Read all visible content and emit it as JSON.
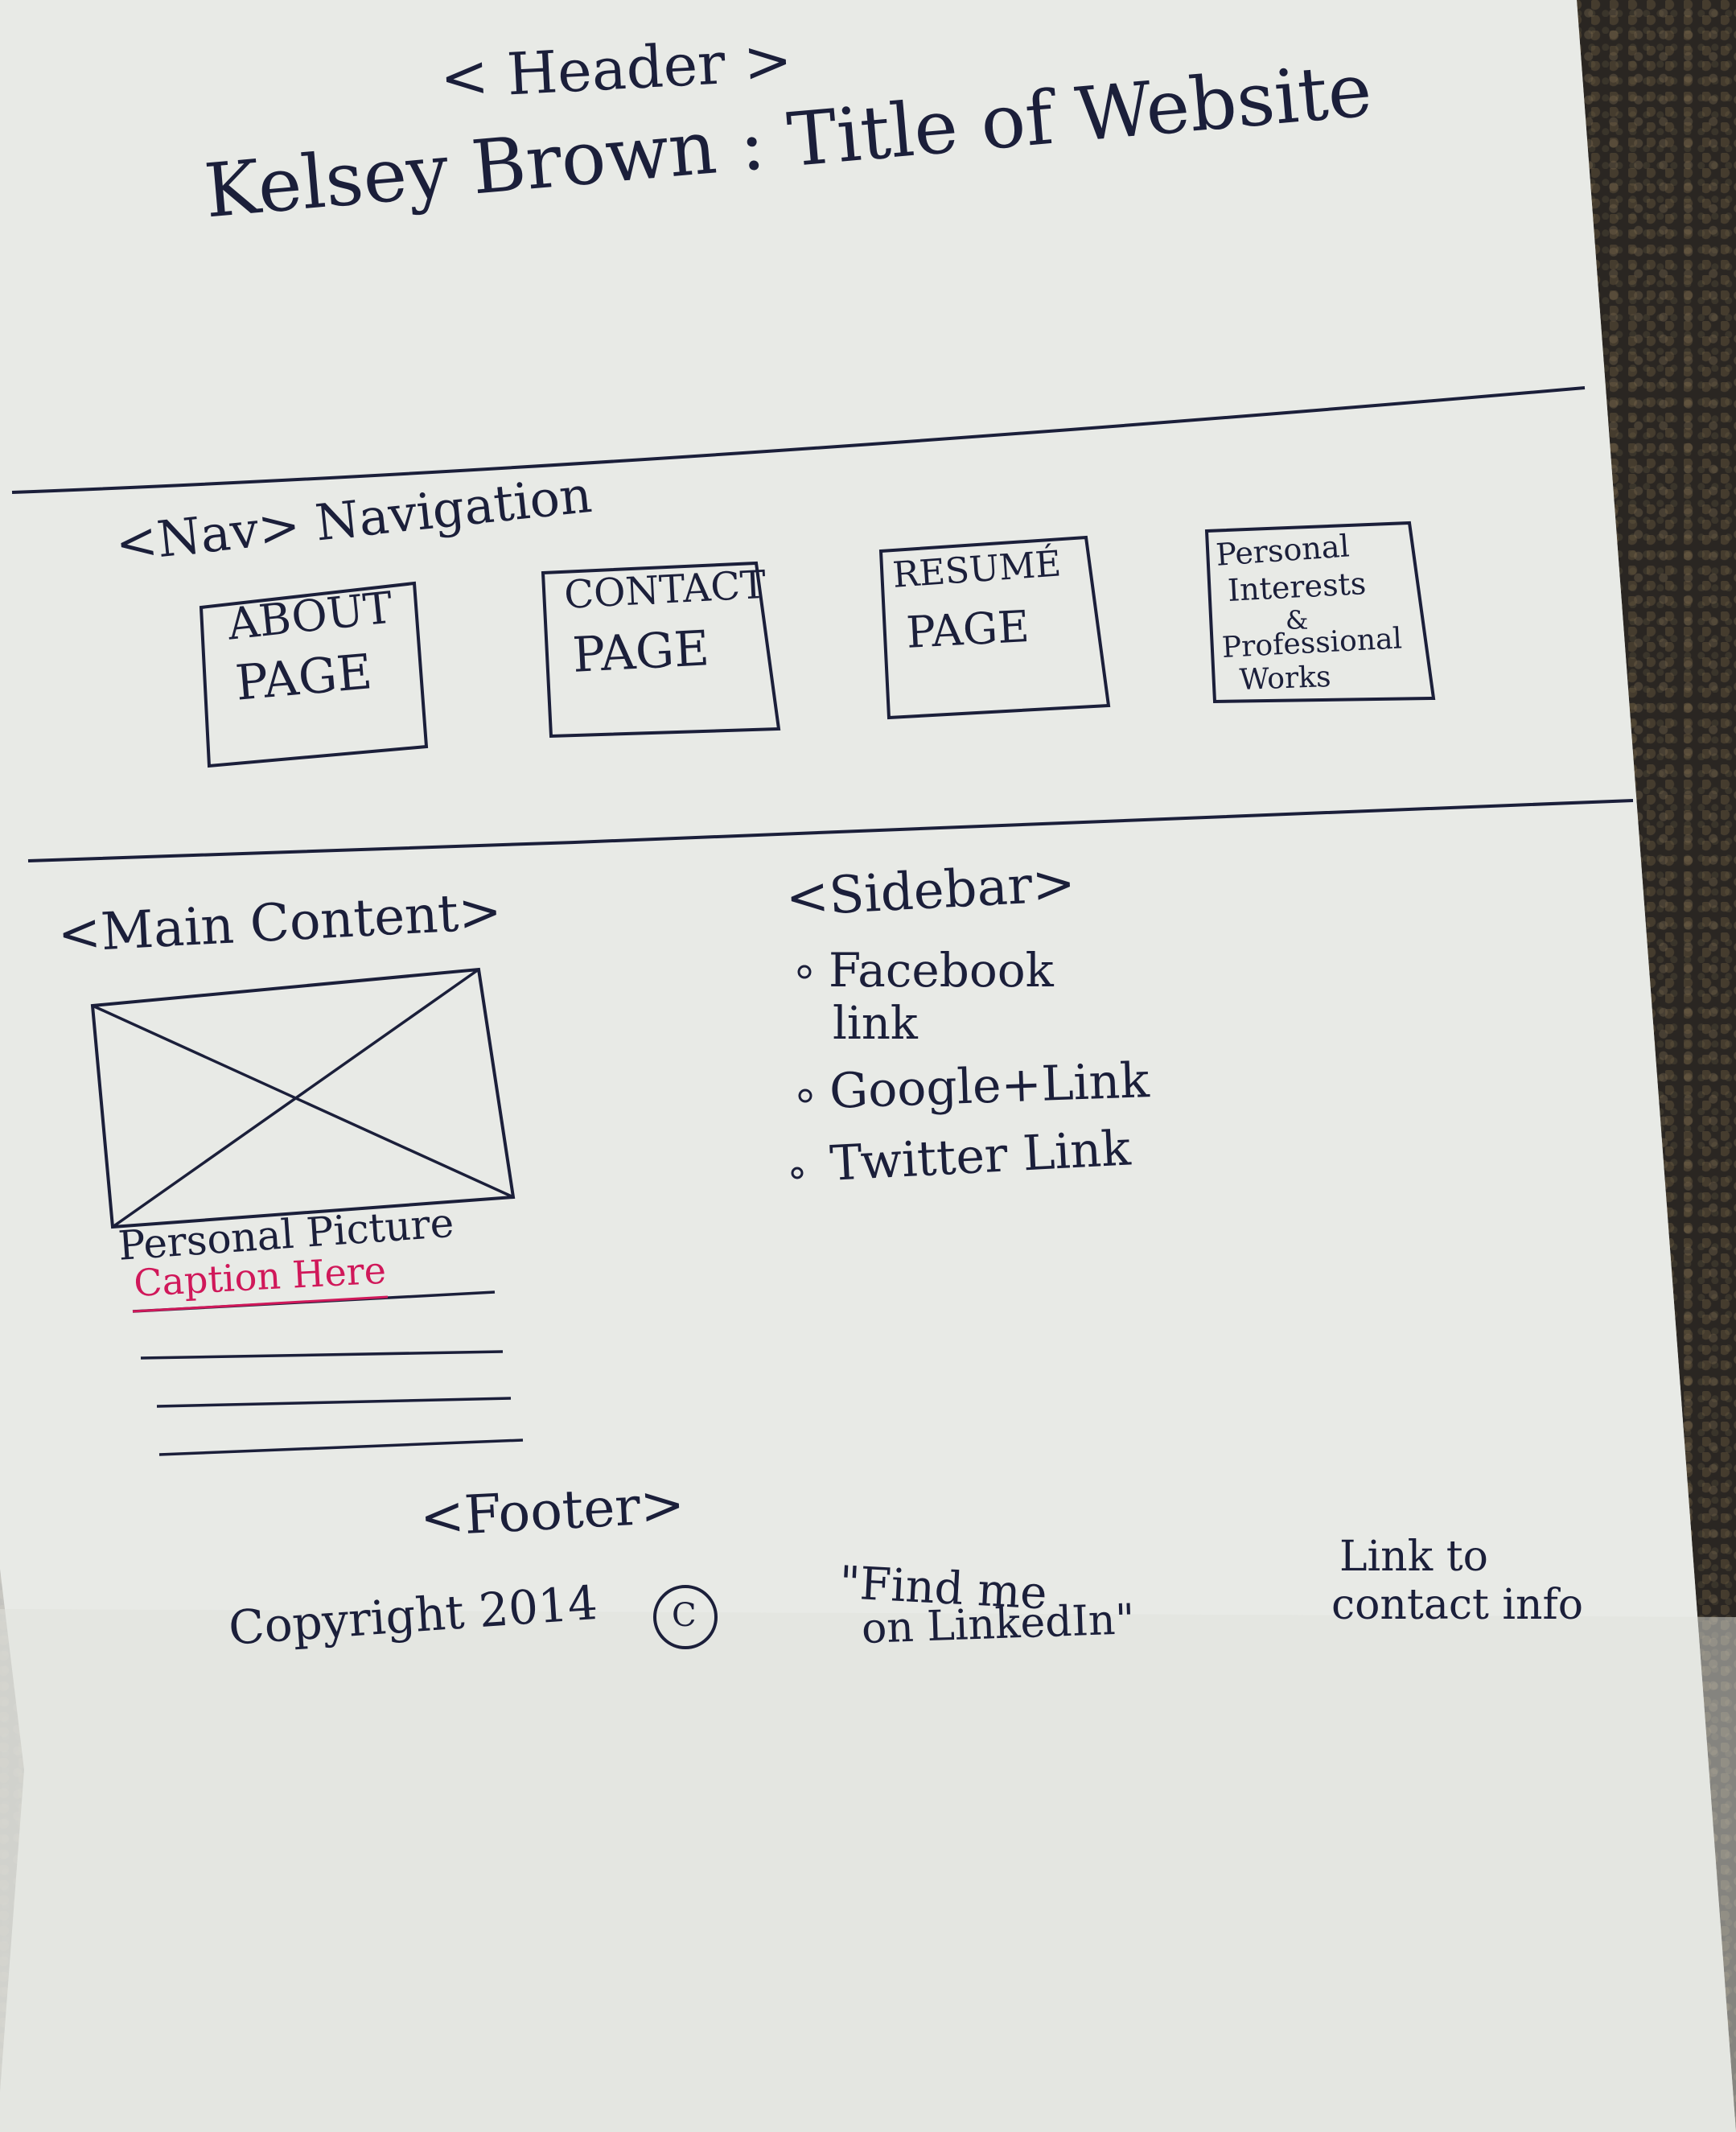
{
  "header": {
    "tag": "< Header >",
    "title": "Kelsey Brown : Title of Website"
  },
  "nav": {
    "tag": "<Nav> Navigation",
    "items": [
      {
        "line1": "ABOUT",
        "line2": "PAGE"
      },
      {
        "line1": "CONTACT",
        "line2": "PAGE"
      },
      {
        "line1": "RESUMÉ",
        "line2": "PAGE"
      },
      {
        "line1": "Personal",
        "line2": "Interests",
        "line3": "&",
        "line4": "Professional",
        "line5": "Works"
      }
    ]
  },
  "main": {
    "tag": "<Main Content>",
    "picture_label": "Personal Picture",
    "caption": "Caption Here"
  },
  "sidebar": {
    "tag": "<Sidebar>",
    "links": [
      {
        "line1": "Facebook",
        "line2": "link"
      },
      {
        "line1": "Google+Link"
      },
      {
        "line1": "Twitter Link"
      }
    ]
  },
  "footer": {
    "tag": "<Footer>",
    "copyright": "Copyright 2014",
    "copyright_symbol": "C",
    "linkedin_line1": "\"Find me",
    "linkedin_line2": "on LinkedIn\"",
    "contact_line1": "Link to",
    "contact_line2": "contact info"
  },
  "colors": {
    "paper": "#e8eae6",
    "ink": "#1b1f3a",
    "caption_ink": "#d0185a",
    "background": "#2a2622"
  }
}
